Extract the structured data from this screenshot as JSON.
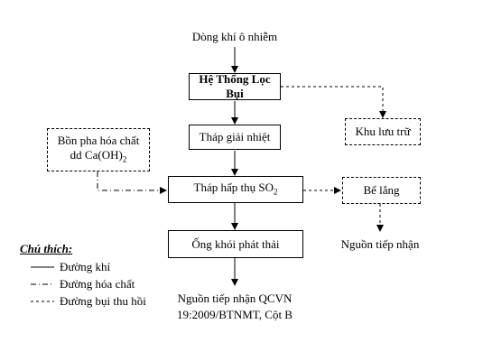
{
  "nodes": {
    "source": "Dòng khí ô nhiễm",
    "dust_filter": "Hệ Thống Lọc Bụi",
    "cooling_tower": "Tháp giải nhiệt",
    "absorber_prefix": "Tháp hấp thụ SO",
    "absorber_sub": "2",
    "stack": "Ống khói phát thải",
    "chem_line1": "Bồn pha hóa chất",
    "chem_line2_prefix": "dd Ca(OH)",
    "chem_line2_sub": "2",
    "storage": "Khu lưu trữ",
    "settling": "Bể lắng",
    "receiver_right": "Nguồn tiếp nhận",
    "receiver_bottom_line1": "Nguồn tiếp nhận QCVN",
    "receiver_bottom_line2": "19:2009/BTNMT, Cột B"
  },
  "legend": {
    "title": "Chú thích:",
    "items": [
      {
        "label": "Đường khí",
        "style": "solid"
      },
      {
        "label": "Đường hóa chất",
        "style": "dash-dot"
      },
      {
        "label": "Đường bụi thu hồi",
        "style": "dashed"
      }
    ]
  },
  "colors": {
    "line": "#000000",
    "background": "#ffffff"
  }
}
